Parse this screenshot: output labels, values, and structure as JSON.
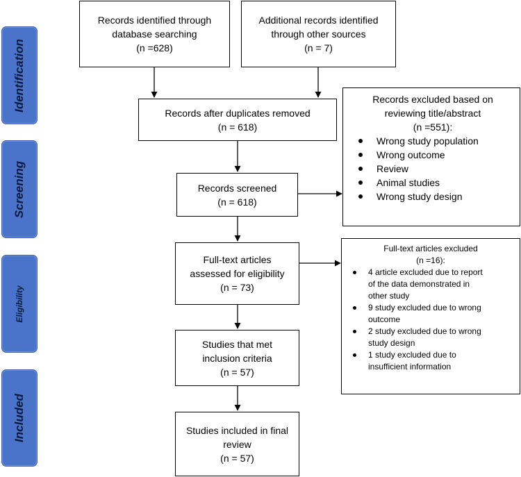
{
  "phases": {
    "identification": "Identification",
    "screening": "Screening",
    "eligibility": "Eligibility",
    "included": "Included"
  },
  "boxes": {
    "db_search": {
      "line1": "Records identified through",
      "line2": "database searching",
      "count": "(n =628)"
    },
    "other_sources": {
      "line1": "Additional records identified",
      "line2": "through other sources",
      "count": "(n = 7)"
    },
    "duplicates_removed": {
      "line1": "Records after duplicates removed",
      "count": "(n = 618)"
    },
    "screened": {
      "line1": "Records screened",
      "count": "(n = 618)"
    },
    "full_text": {
      "line1": "Full-text articles",
      "line2": "assessed for eligibility",
      "count": "(n = 73)"
    },
    "met_criteria": {
      "line1": "Studies that met",
      "line2": "inclusion criteria",
      "count": "(n = 57)"
    },
    "final_review": {
      "line1": "Studies included in final",
      "line2": "review",
      "count": "(n = 57)"
    }
  },
  "excluded_screening": {
    "line1": "Records excluded based on",
    "line2": "reviewing title/abstract",
    "count": "(n =551):",
    "items": [
      "Wrong study population",
      "Wrong outcome",
      "Review",
      "Animal studies",
      "Wrong study design"
    ]
  },
  "excluded_fulltext": {
    "title": "Full-text articles excluded",
    "count": "(n =16):",
    "items": [
      {
        "line1": "4 article excluded due to report",
        "line2": "of the data demonstrated in",
        "line3": "other study"
      },
      {
        "line1": "9 study excluded due to wrong",
        "line2": "outcome"
      },
      {
        "line1": "2 study excluded due to wrong",
        "line2": "study design"
      },
      {
        "line1": "1 study excluded due to",
        "line2": "insufficient information"
      }
    ]
  }
}
